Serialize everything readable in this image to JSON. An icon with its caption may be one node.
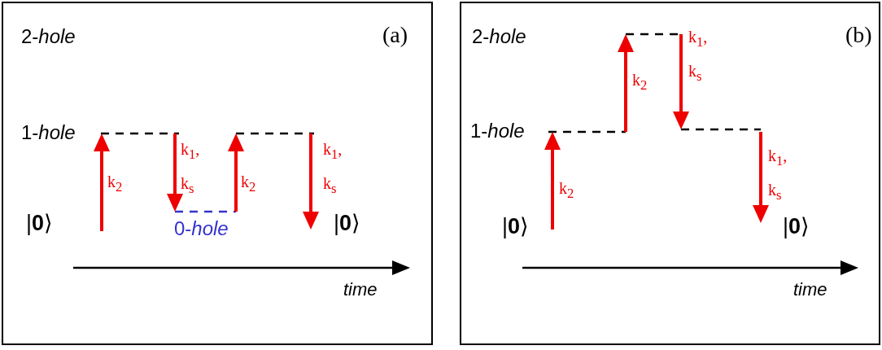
{
  "diagram": {
    "nodes": [
      {
        "text": [
          "2-*hole*",
          "(a)",
          "1-*hole*",
          "k$_{2}$",
          "k$_{1}$, k$_{s}$",
          "k$_{2}$",
          "k$_{1}$, k$_{s}$",
          "|**0**⟩",
          "0-*hole*",
          "|**0**⟩",
          "time"
        ]
      },
      {
        "text": [
          "2-*hole*",
          "(b)",
          "k$_{1}$, k$_{s}$",
          "k$_{2}$",
          "1-*hole*",
          "k$_{1}$, k$_{s}$",
          "k$_{2}$",
          "|**0**⟩",
          "|**0**⟩",
          "time"
        ]
      }
    ]
  }
}
